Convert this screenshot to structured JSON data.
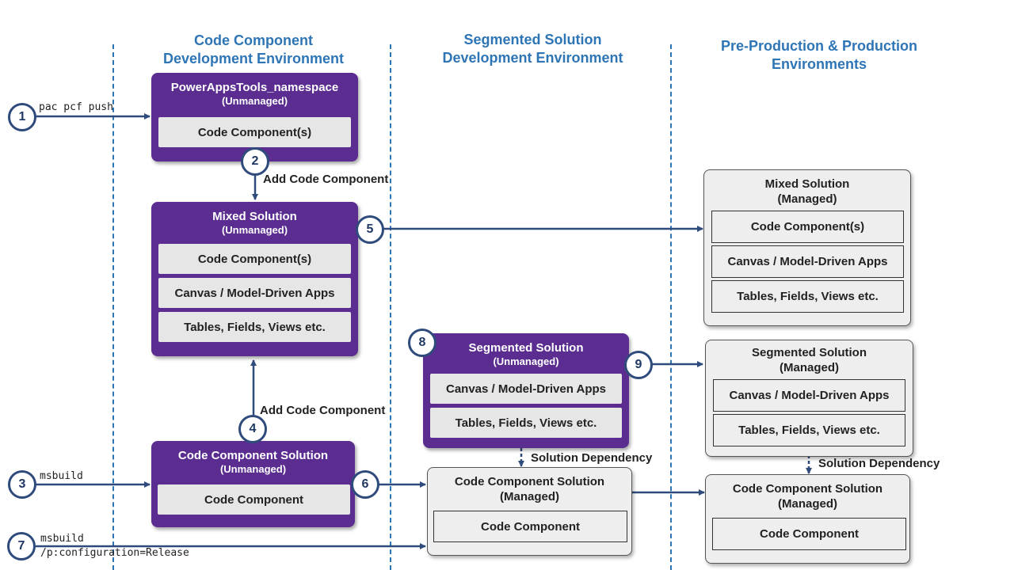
{
  "columns": {
    "code_dev": {
      "line1": "Code Component",
      "line2": "Development Environment"
    },
    "segmented_dev": {
      "line1": "Segmented Solution",
      "line2": "Development Environment"
    },
    "prod": {
      "line1": "Pre-Production & Production",
      "line2": "Environments"
    }
  },
  "steps": {
    "s1": "1",
    "s2": "2",
    "s3": "3",
    "s4": "4",
    "s5": "5",
    "s6": "6",
    "s7": "7",
    "s8": "8",
    "s9": "9"
  },
  "commands": {
    "pac_push": "pac pcf push",
    "msbuild": "msbuild",
    "msbuild_release_1": "msbuild",
    "msbuild_release_2": "/p:configuration=Release"
  },
  "labels": {
    "add_code_component": "Add Code Component",
    "add_code_component_2": "Add Code Component",
    "solution_dependency": "Solution Dependency",
    "solution_dependency_2": "Solution Dependency"
  },
  "boxes": {
    "pat_namespace": {
      "title": "PowerAppsTools_namespace",
      "sub": "(Unmanaged)",
      "items": [
        "Code Component(s)"
      ]
    },
    "mixed_dev": {
      "title": "Mixed Solution",
      "sub": "(Unmanaged)",
      "items": [
        "Code Component(s)",
        "Canvas / Model-Driven Apps",
        "Tables, Fields, Views etc."
      ]
    },
    "code_sol_dev": {
      "title": "Code Component Solution",
      "sub": "(Unmanaged)",
      "items": [
        "Code Component"
      ]
    },
    "seg_unmanaged": {
      "title": "Segmented Solution",
      "sub": "(Unmanaged)",
      "items": [
        "Canvas / Model-Driven Apps",
        "Tables, Fields, Views etc."
      ]
    },
    "code_sol_managed_seg": {
      "title": "Code Component Solution",
      "sub": "(Managed)",
      "items": [
        "Code Component"
      ]
    },
    "mixed_prod": {
      "title": "Mixed Solution",
      "sub": "(Managed)",
      "items": [
        "Code Component(s)",
        "Canvas / Model-Driven Apps",
        "Tables, Fields, Views etc."
      ]
    },
    "seg_prod": {
      "title": "Segmented Solution",
      "sub": "(Managed)",
      "items": [
        "Canvas / Model-Driven Apps",
        "Tables, Fields, Views etc."
      ]
    },
    "code_sol_prod": {
      "title": "Code Component Solution",
      "sub": "(Managed)",
      "items": [
        "Code Component"
      ]
    }
  }
}
